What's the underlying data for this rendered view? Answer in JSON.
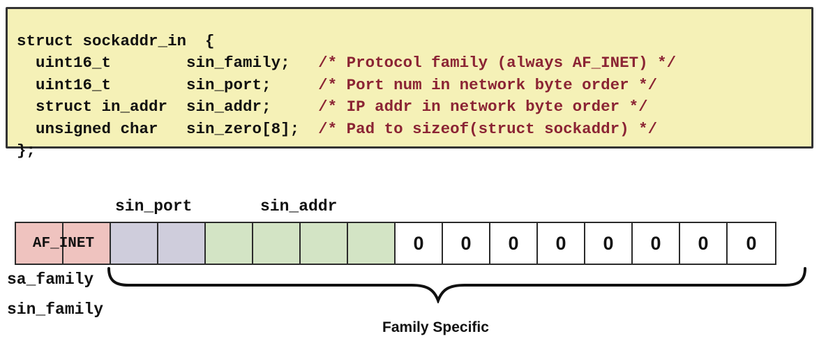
{
  "code_block": {
    "language": "c",
    "background_color": "#F5F1B7",
    "border_color": "#333333",
    "comment_color": "#8B2434",
    "text_color": "#111111",
    "lines": [
      {
        "indent": "",
        "type": "struct sockaddr_in  {",
        "field": "",
        "comment": ""
      },
      {
        "indent": "  ",
        "type": "uint16_t",
        "field": "sin_family;",
        "comment": "/* Protocol family (always AF_INET) */"
      },
      {
        "indent": "  ",
        "type": "uint16_t",
        "field": "sin_port;",
        "comment": "/* Port num in network byte order */"
      },
      {
        "indent": "  ",
        "type": "struct in_addr",
        "field": "sin_addr;",
        "comment": "/* IP addr in network byte order */"
      },
      {
        "indent": "  ",
        "type": "unsigned char",
        "field": "sin_zero[8];",
        "comment": "/* Pad to sizeof(struct sockaddr) */"
      },
      {
        "indent": "",
        "type": "};",
        "field": "",
        "comment": ""
      }
    ]
  },
  "diagram": {
    "top_labels": {
      "sin_port": "sin_port",
      "sin_addr": "sin_addr"
    },
    "colors": {
      "family": "#EFC3BF",
      "port": "#CFCDDC",
      "addr": "#D3E4C5",
      "zero": "#FFFFFF",
      "border": "#2B2B2B"
    },
    "cells": [
      {
        "text": "",
        "color": "pink",
        "group": "sa_family"
      },
      {
        "text": "",
        "color": "pink",
        "group": "sa_family"
      },
      {
        "text": "",
        "color": "purple",
        "group": "sin_port"
      },
      {
        "text": "",
        "color": "purple",
        "group": "sin_port"
      },
      {
        "text": "",
        "color": "green",
        "group": "sin_addr"
      },
      {
        "text": "",
        "color": "green",
        "group": "sin_addr"
      },
      {
        "text": "",
        "color": "green",
        "group": "sin_addr"
      },
      {
        "text": "",
        "color": "green",
        "group": "sin_addr"
      },
      {
        "text": "0",
        "color": "white",
        "group": "sin_zero"
      },
      {
        "text": "0",
        "color": "white",
        "group": "sin_zero"
      },
      {
        "text": "0",
        "color": "white",
        "group": "sin_zero"
      },
      {
        "text": "0",
        "color": "white",
        "group": "sin_zero"
      },
      {
        "text": "0",
        "color": "white",
        "group": "sin_zero"
      },
      {
        "text": "0",
        "color": "white",
        "group": "sin_zero"
      },
      {
        "text": "0",
        "color": "white",
        "group": "sin_zero"
      },
      {
        "text": "0",
        "color": "white",
        "group": "sin_zero"
      }
    ],
    "af_inet_text": "AF_INET",
    "bottom_labels": {
      "sa_family": "sa_family",
      "sin_family": "sin_family"
    },
    "brace_caption": "Family Specific"
  }
}
